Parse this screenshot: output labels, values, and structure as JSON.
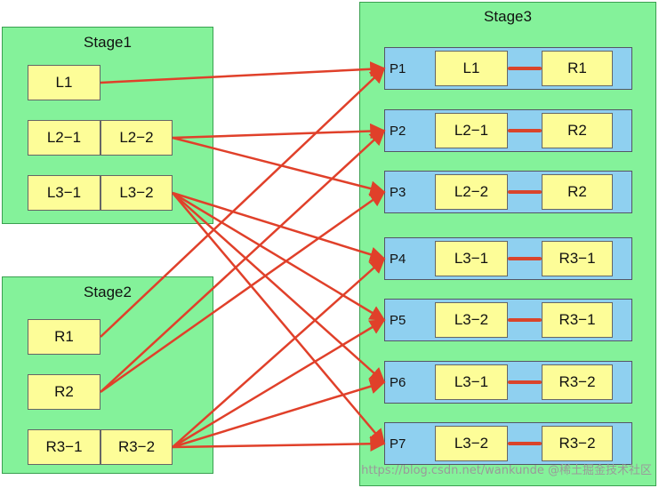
{
  "stage1": {
    "title": "Stage1",
    "labels": {
      "L1": "L1",
      "L2_1": "L2−1",
      "L2_2": "L2−2",
      "L3_1": "L3−1",
      "L3_2": "L3−2"
    }
  },
  "stage2": {
    "title": "Stage2",
    "labels": {
      "R1": "R1",
      "R2": "R2",
      "R3_1": "R3−1",
      "R3_2": "R3−2"
    }
  },
  "stage3": {
    "title": "Stage3",
    "partitions": [
      {
        "label": "P1",
        "left": "L1",
        "right": "R1"
      },
      {
        "label": "P2",
        "left": "L2−1",
        "right": "R2"
      },
      {
        "label": "P3",
        "left": "L2−2",
        "right": "R2"
      },
      {
        "label": "P4",
        "left": "L3−1",
        "right": "R3−1"
      },
      {
        "label": "P5",
        "left": "L3−2",
        "right": "R3−1"
      },
      {
        "label": "P6",
        "left": "L3−1",
        "right": "R3−2"
      },
      {
        "label": "P7",
        "left": "L3−2",
        "right": "R3−2"
      }
    ]
  },
  "edges": [
    {
      "from": "L1",
      "to": "P1"
    },
    {
      "from": "L2-2",
      "to": "P2"
    },
    {
      "from": "L2-2",
      "to": "P3"
    },
    {
      "from": "L3-2",
      "to": "P4"
    },
    {
      "from": "L3-2",
      "to": "P5"
    },
    {
      "from": "L3-2",
      "to": "P6"
    },
    {
      "from": "L3-2",
      "to": "P7"
    },
    {
      "from": "R1",
      "to": "P1"
    },
    {
      "from": "R2",
      "to": "P2"
    },
    {
      "from": "R2",
      "to": "P3"
    },
    {
      "from": "R3-2",
      "to": "P4"
    },
    {
      "from": "R3-2",
      "to": "P5"
    },
    {
      "from": "R3-2",
      "to": "P6"
    },
    {
      "from": "R3-2",
      "to": "P7"
    }
  ],
  "colors": {
    "arrow": "#e0402a",
    "stage": "#84f29a",
    "box": "#fdfd98",
    "partition": "#8fd0f0"
  },
  "watermark": "https://blog.csdn.net/wankunde @稀土掘金技术社区"
}
